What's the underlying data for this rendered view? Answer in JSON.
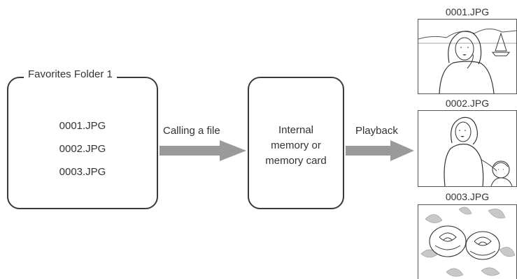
{
  "folder": {
    "title": "Favorites Folder 1",
    "files": [
      "0001.JPG",
      "0002.JPG",
      "0003.JPG"
    ]
  },
  "memory": {
    "label_lines": [
      "Internal",
      "memory or",
      "memory card"
    ]
  },
  "arrows": {
    "calling": "Calling a file",
    "playback": "Playback"
  },
  "thumbnails": [
    {
      "caption": "0001.JPG",
      "depicts": "woman-at-lakeside-with-sailboat"
    },
    {
      "caption": "0002.JPG",
      "depicts": "woman-and-child"
    },
    {
      "caption": "0003.JPG",
      "depicts": "flowers-and-leaves"
    }
  ],
  "colors": {
    "arrow": "#9a9a9a",
    "outline": "#3a3a3a"
  }
}
